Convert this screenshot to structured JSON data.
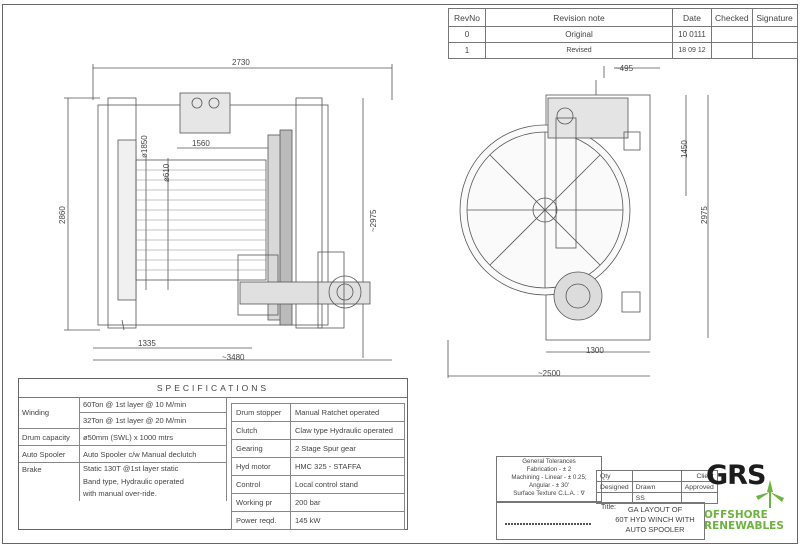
{
  "revision_table": {
    "headers": [
      "RevNo",
      "Revision note",
      "Date",
      "Checked",
      "Signature"
    ],
    "rows": [
      [
        "0",
        "Original",
        "10 0111",
        "",
        ""
      ],
      [
        "1",
        "Revised",
        "18 09 12",
        "",
        ""
      ]
    ]
  },
  "dimensions": {
    "front_top": "2730",
    "front_inner": "1560",
    "front_dia1": "ø1850",
    "front_dia2": "ø610",
    "front_height": "2860",
    "front_right": "~2975",
    "front_bottom1": "1335",
    "front_bottom2": "~3480",
    "side_top": "~495",
    "side_h1": "1450",
    "side_h2": "2975",
    "side_bottom1": "1300",
    "side_bottom2": "~2500"
  },
  "specifications": {
    "title": "SPECIFICATIONS",
    "left_rows": [
      {
        "label": "Winding",
        "values": [
          "60Ton @ 1st layer @ 10 M/min",
          "32Ton @ 1st layer @ 20 M/min"
        ]
      },
      {
        "label": "Drum capacity",
        "values": [
          "ø50mm (SWL) x 1000 mtrs"
        ]
      },
      {
        "label": "Auto Spooler",
        "values": [
          "Auto Spooler c/w Manual declutch"
        ]
      },
      {
        "label": "Brake",
        "values": [
          "Static 130T @1st layer static",
          "Band type, Hydraulic operated",
          "with manual over-ride."
        ]
      }
    ],
    "right_rows": [
      {
        "label": "Drum stopper",
        "value": "Manual Ratchet operated"
      },
      {
        "label": "Clutch",
        "value": "Claw type Hydraulic operated"
      },
      {
        "label": "Gearing",
        "value": "2 Stage Spur gear"
      },
      {
        "label": "Hyd motor",
        "value": "HMC 325 - STAFFA"
      },
      {
        "label": "Control",
        "value": "Local control stand"
      },
      {
        "label": "Working pr",
        "value": "200 bar"
      },
      {
        "label": "Power reqd.",
        "value": "145 kW"
      }
    ]
  },
  "tolerances": {
    "title": "General Tolerances",
    "fabrication": "Fabrication - ± 2",
    "machining": "Machining - Linear - ± 0.25;",
    "angular": "Angular - ± 30'",
    "surface": "Surface Texture C.L.A. : ∇"
  },
  "title_block": {
    "qty_label": "Qty",
    "client_label": "Client",
    "designed_label": "Designed",
    "drawn_label": "Drawn",
    "drawn_value": "SS",
    "approved_label": "Approved",
    "title_label": "Title:",
    "title_lines": [
      "GA LAYOUT OF",
      "60T HYD WINCH WITH",
      "AUTO SPOOLER"
    ]
  },
  "logo": {
    "brand": "GRS",
    "line1": "OFFSHORE",
    "line2": "RENEWABLES",
    "accent_color": "#6cb33f"
  }
}
